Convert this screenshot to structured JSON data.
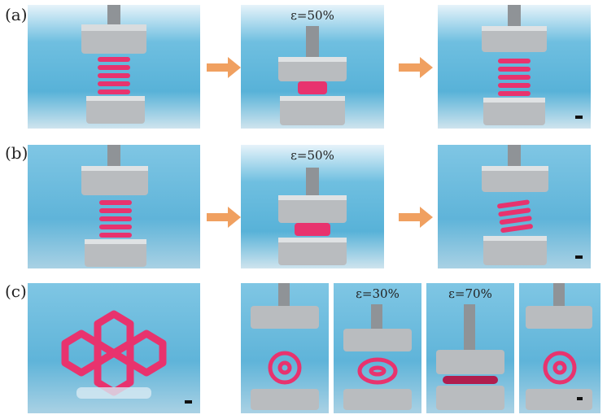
{
  "row_labels": [
    "(a)",
    "(b)",
    "(c)"
  ],
  "strain_labels": {
    "a_mid": "ε=50%",
    "b_mid": "ε=50%",
    "c_second": "ε=30%",
    "c_third": "ε=70%"
  },
  "colors": {
    "sample": "#e8336e",
    "steel": "#b9bcbf",
    "arrow": "#f0a060",
    "background": "#5bb3d9"
  }
}
